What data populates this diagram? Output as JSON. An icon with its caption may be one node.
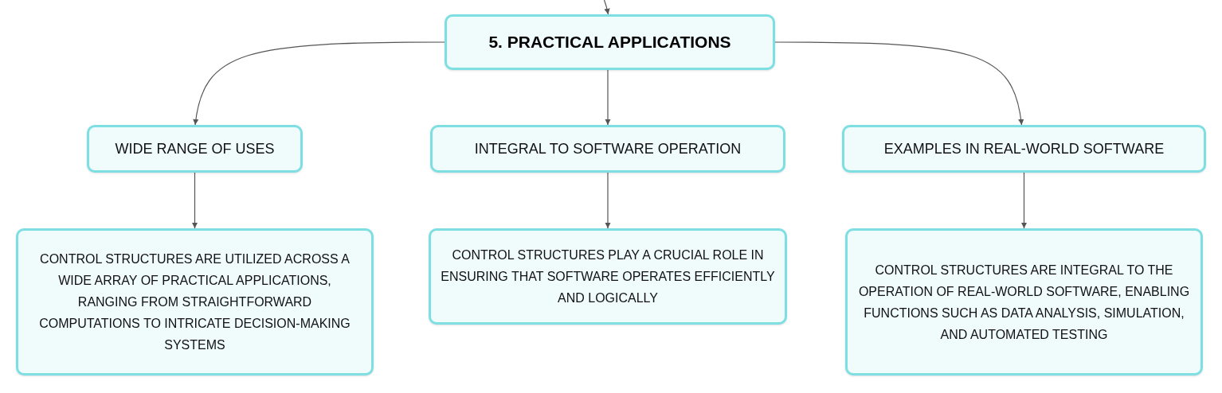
{
  "diagram": {
    "nodes": [
      {
        "text": [
          "5. PRACTICAL APPLICATIONS"
        ]
      },
      {
        "text": [
          "WIDE RANGE OF USES"
        ]
      },
      {
        "text": [
          "INTEGRAL TO SOFTWARE OPERATION"
        ]
      },
      {
        "text": [
          "EXAMPLES IN REAL-WORLD SOFTWARE"
        ]
      },
      {
        "text": [
          "CONTROL STRUCTURES ARE UTILIZED ACROSS A WIDE ARRAY OF PRACTICAL APPLICATIONS, RANGING FROM STRAIGHTFORWARD COMPUTATIONS TO INTRICATE DECISION-MAKING SYSTEMS"
        ]
      },
      {
        "text": [
          "CONTROL STRUCTURES PLAY A CRUCIAL ROLE IN ENSURING THAT SOFTWARE OPERATES EFFICIENTLY AND LOGICALLY"
        ]
      },
      {
        "text": [
          "CONTROL STRUCTURES ARE INTEGRAL TO THE OPERATION OF REAL-WORLD SOFTWARE, ENABLING FUNCTIONS SUCH AS DATA ANALYSIS, SIMULATION, AND AUTOMATED TESTING"
        ]
      }
    ],
    "edges": [
      {
        "from": null,
        "to": 0,
        "arrow": "to"
      },
      {
        "from": 0,
        "to": 1,
        "arrow": "to"
      },
      {
        "from": 0,
        "to": 2,
        "arrow": "to"
      },
      {
        "from": 0,
        "to": 3,
        "arrow": "to"
      },
      {
        "from": 1,
        "to": 4,
        "arrow": "to"
      },
      {
        "from": 2,
        "to": 5,
        "arrow": "to"
      },
      {
        "from": 3,
        "to": 6,
        "arrow": "to"
      }
    ]
  }
}
